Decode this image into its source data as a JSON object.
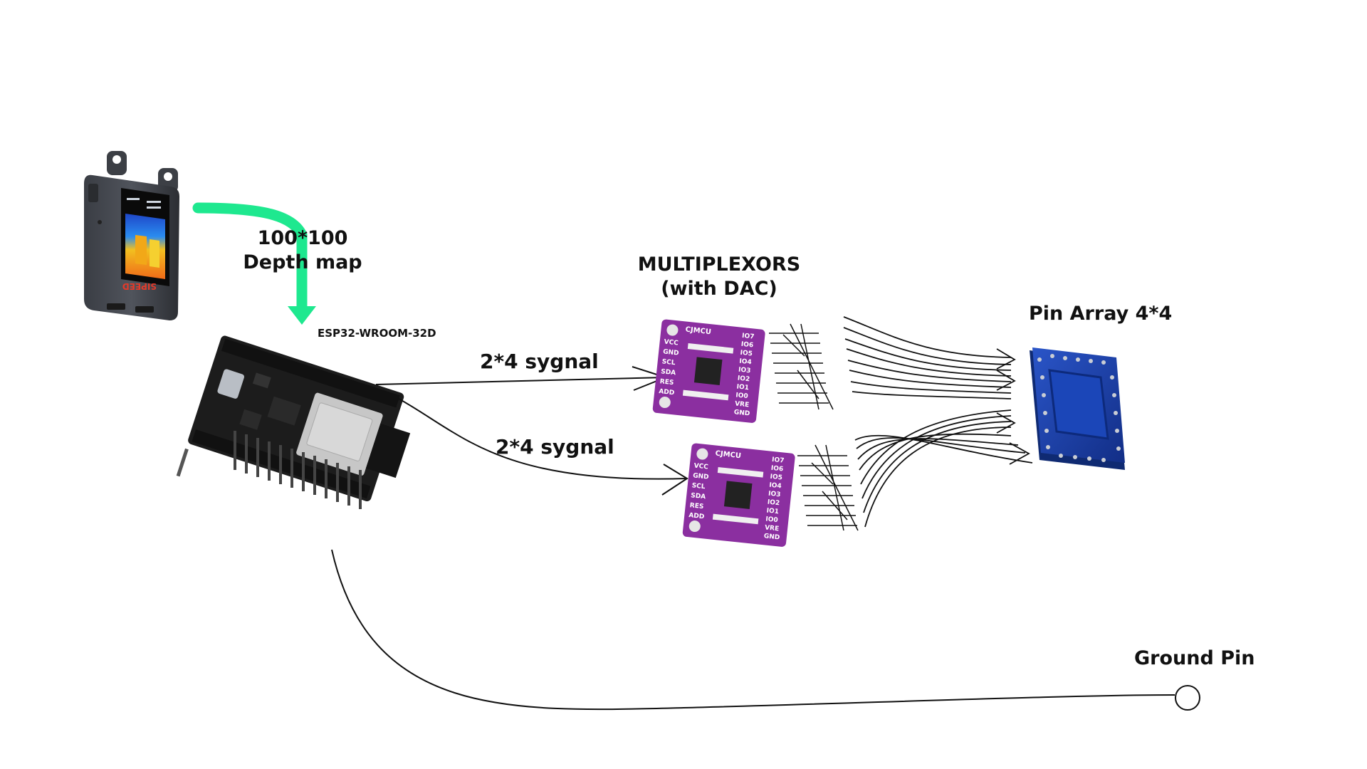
{
  "labels": {
    "depth_map_line1": "100*100",
    "depth_map_line2": "Depth map",
    "esp32": "ESP32-WROOM-32D",
    "signal_top": "2*4 sygnal",
    "signal_bottom": "2*4 sygnal",
    "mux_line1": "MULTIPLEXORS",
    "mux_line2": "(with DAC)",
    "pin_array": "Pin Array 4*4",
    "ground_pin": "Ground Pin"
  },
  "mux_board": {
    "brand": "CJMCU",
    "left_pins": [
      "VCC",
      "GND",
      "SCL",
      "SDA",
      "RES",
      "ADD"
    ],
    "right_pins": [
      "IO7",
      "IO6",
      "IO5",
      "IO4",
      "IO3",
      "IO2",
      "IO1",
      "IO0",
      "VRE",
      "GND"
    ]
  },
  "colors": {
    "arrow_green": "#1ee88f",
    "mux_purple": "#8b2fa0",
    "esp_board": "#1c1c1c",
    "pin_array_blue": "#1b3fa5",
    "line": "#111111"
  },
  "icons": {
    "camera": "depth-camera-icon",
    "esp32": "esp32-board-icon",
    "mux": "multiplexer-board-icon",
    "pin_array": "pin-array-icon",
    "ground": "ground-pin-icon"
  }
}
